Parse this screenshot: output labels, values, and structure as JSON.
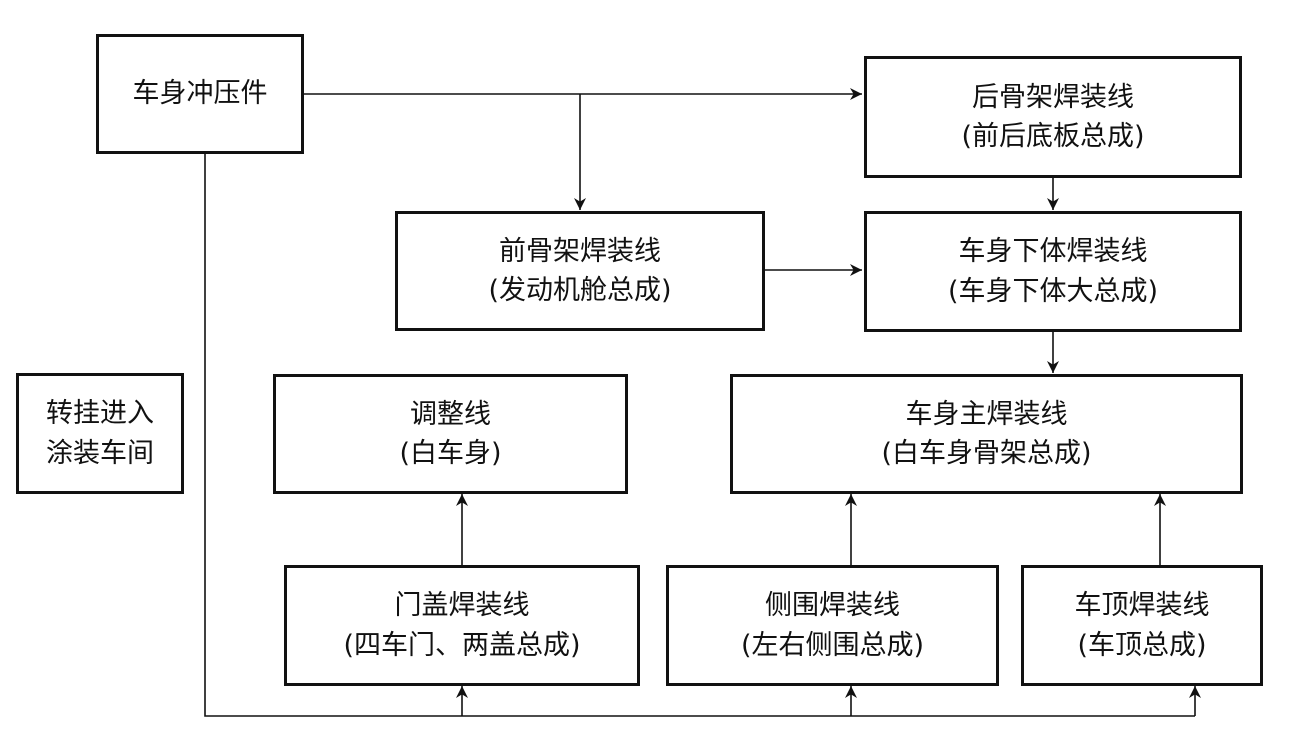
{
  "diagram": {
    "nodes": {
      "stamping": {
        "lines": [
          "车身冲压件"
        ]
      },
      "rear_frame": {
        "lines": [
          "后骨架焊装线",
          "(前后底板总成)"
        ]
      },
      "front_frame": {
        "lines": [
          "前骨架焊装线",
          "(发动机舱总成)"
        ]
      },
      "underbody": {
        "lines": [
          "车身下体焊装线",
          "(车身下体大总成)"
        ]
      },
      "paint_transfer": {
        "lines": [
          "转挂进入",
          "涂装车间"
        ]
      },
      "adjust": {
        "lines": [
          "调整线",
          "(白车身)"
        ]
      },
      "main_weld": {
        "lines": [
          "车身主焊装线",
          "(白车身骨架总成)"
        ]
      },
      "door_cover": {
        "lines": [
          "门盖焊装线",
          "(四车门、两盖总成)"
        ]
      },
      "side_frame": {
        "lines": [
          "侧围焊装线",
          "(左右侧围总成)"
        ]
      },
      "roof": {
        "lines": [
          "车顶焊装线",
          "(车顶总成)"
        ]
      }
    },
    "line_color": "#111111"
  }
}
